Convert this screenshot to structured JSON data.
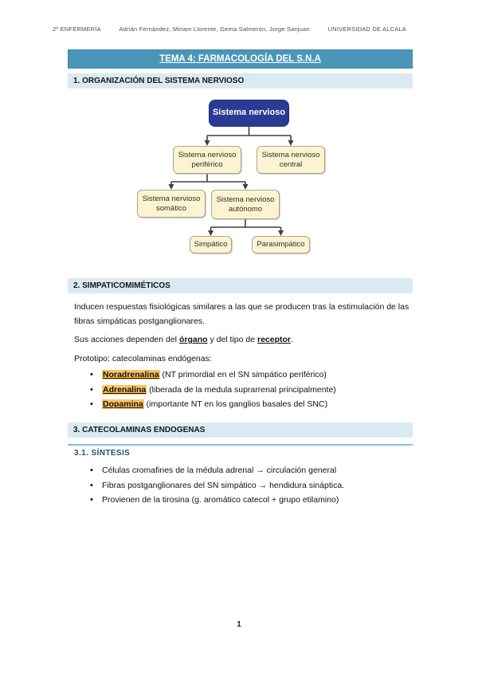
{
  "header": {
    "course": "2º ENFERMERÍA",
    "authors": "Adrián Fernández, Miriam Llorente, Gema Salmerón, Jorge Sanjuan",
    "university": "UNIVERSIDAD DE ALCALA"
  },
  "title": "TEMA 4: FARMACOLOGÍA DEL S.N.A",
  "sections": {
    "s1": {
      "heading": "1. ORGANIZACIÓN DEL SISTEMA NERVIOSO"
    },
    "s2": {
      "heading": "2. SIMPATICOMIMÉTICOS",
      "para1": "Inducen respuestas fisiológicas similares a las que se producen tras la estimulación de las fibras simpáticas postganglionares.",
      "para2_pre": "Sus acciones dependen del ",
      "para2_term1": "órgano",
      "para2_mid": " y del tipo de ",
      "para2_term2": "receptor",
      "para2_end": ".",
      "para3": "Prototipo: catecolaminas endógenas:",
      "bullets": [
        {
          "term": "Noradrenalina",
          "rest": " (NT primordial en el SN simpático periférico)"
        },
        {
          "term": "Adrenalina",
          "rest": " (liberada de la medula suprarrenal principalmente)"
        },
        {
          "term": "Dopamina",
          "rest": " (importante NT en los ganglios basales del SNC)"
        }
      ]
    },
    "s3": {
      "heading": "3. CATECOLAMINAS ENDOGENAS",
      "sub31": {
        "heading": "3.1.  SÍNTESIS",
        "bullets": [
          "Células cromafines de la médula adrenal → circulación general",
          "Fibras postganglionares del SN simpático → hendidura sináptica.",
          "Provienen de la tirosina (g. aromático catecol + grupo etilamino)"
        ]
      }
    }
  },
  "diagram": {
    "root": "Sistema nervioso",
    "l2a": "Sistema nervioso periférico",
    "l2b": "Sistema nervioso central",
    "l3a": "Sistema nervioso somático",
    "l3b": "Sistema nervioso autónomo",
    "l4a": "Simpático",
    "l4b": "Parasimpático"
  },
  "colors": {
    "title_bar": "#4a96b8",
    "section_bar": "#daeaf2",
    "root_box": "#2b3b94",
    "node_box": "#fcf4d0",
    "node_border": "#a9a694",
    "highlight": "#fdc45d",
    "subsection_text": "#1f5468",
    "subsection_line": "#8fbcd4",
    "connector": "#3f3f3f"
  },
  "page_number": "1"
}
